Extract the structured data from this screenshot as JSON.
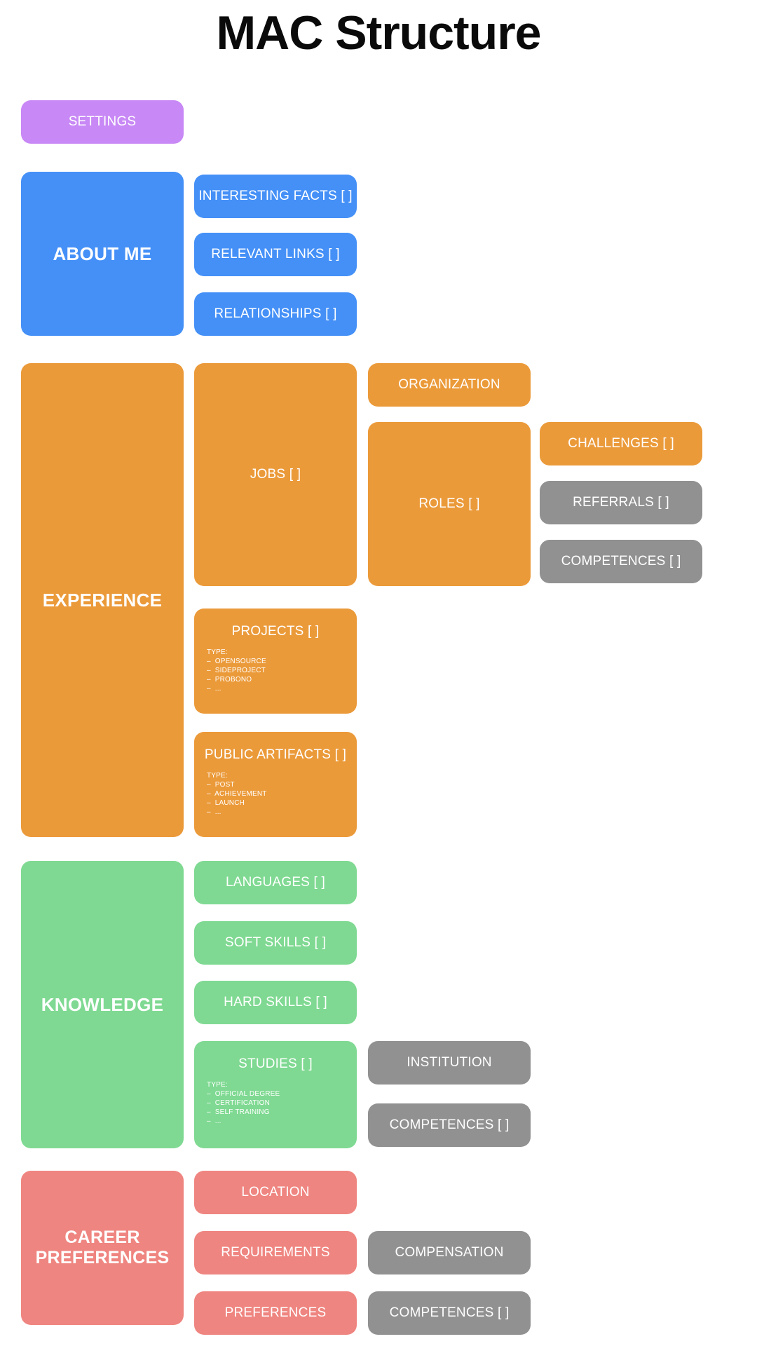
{
  "page": {
    "title": "MAC Structure",
    "background": "#ffffff"
  },
  "colors": {
    "settings": "#c888f5",
    "about_me": "#4490f7",
    "experience": "#eb9a3a",
    "knowledge": "#7fd992",
    "career_preferences": "#ef8580",
    "shared": "#919191",
    "title_text": "#0a0a0a",
    "node_text": "#ffffff"
  },
  "sections": {
    "settings": {
      "label": "SETTINGS"
    },
    "about_me": {
      "label": "ABOUT ME",
      "children": [
        {
          "label": "INTERESTING FACTS [ ]"
        },
        {
          "label": "RELEVANT LINKS [ ]"
        },
        {
          "label": "RELATIONSHIPS [ ]"
        }
      ]
    },
    "experience": {
      "label": "EXPERIENCE",
      "jobs": {
        "label": "JOBS [ ]"
      },
      "organization": {
        "label": "ORGANIZATION"
      },
      "roles": {
        "label": "ROLES [ ]"
      },
      "challenges": {
        "label": "CHALLENGES [ ]"
      },
      "referrals": {
        "label": "REFERRALS [ ]"
      },
      "competences": {
        "label": "COMPETENCES [ ]"
      },
      "projects": {
        "label": "PROJECTS [ ]",
        "type_label": "TYPE:",
        "types": [
          "–  OPENSOURCE",
          "–  SIDEPROJECT",
          "–  PROBONO",
          "–  ..."
        ]
      },
      "public_artifacts": {
        "label": "PUBLIC ARTIFACTS [ ]",
        "type_label": "TYPE:",
        "types": [
          "–  POST",
          "–  ACHIEVEMENT",
          "–  LAUNCH",
          "–  ..."
        ]
      }
    },
    "knowledge": {
      "label": "KNOWLEDGE",
      "languages": {
        "label": "LANGUAGES [ ]"
      },
      "soft_skills": {
        "label": "SOFT SKILLS [ ]"
      },
      "hard_skills": {
        "label": "HARD SKILLS [ ]"
      },
      "studies": {
        "label": "STUDIES [ ]",
        "type_label": "TYPE:",
        "types": [
          "–  OFFICIAL DEGREE",
          "–  CERTIFICATION",
          "–  SELF TRAINING",
          "–  ..."
        ]
      },
      "institution": {
        "label": "INSTITUTION"
      },
      "competences": {
        "label": "COMPETENCES [ ]"
      }
    },
    "career_preferences": {
      "label": "CAREER\nPREFERENCES",
      "label_line1": "CAREER",
      "label_line2": "PREFERENCES",
      "location": {
        "label": "LOCATION"
      },
      "requirements": {
        "label": "REQUIREMENTS"
      },
      "preferences": {
        "label": "PREFERENCES"
      },
      "compensation": {
        "label": "COMPENSATION"
      },
      "competences": {
        "label": "COMPETENCES [ ]"
      }
    }
  }
}
